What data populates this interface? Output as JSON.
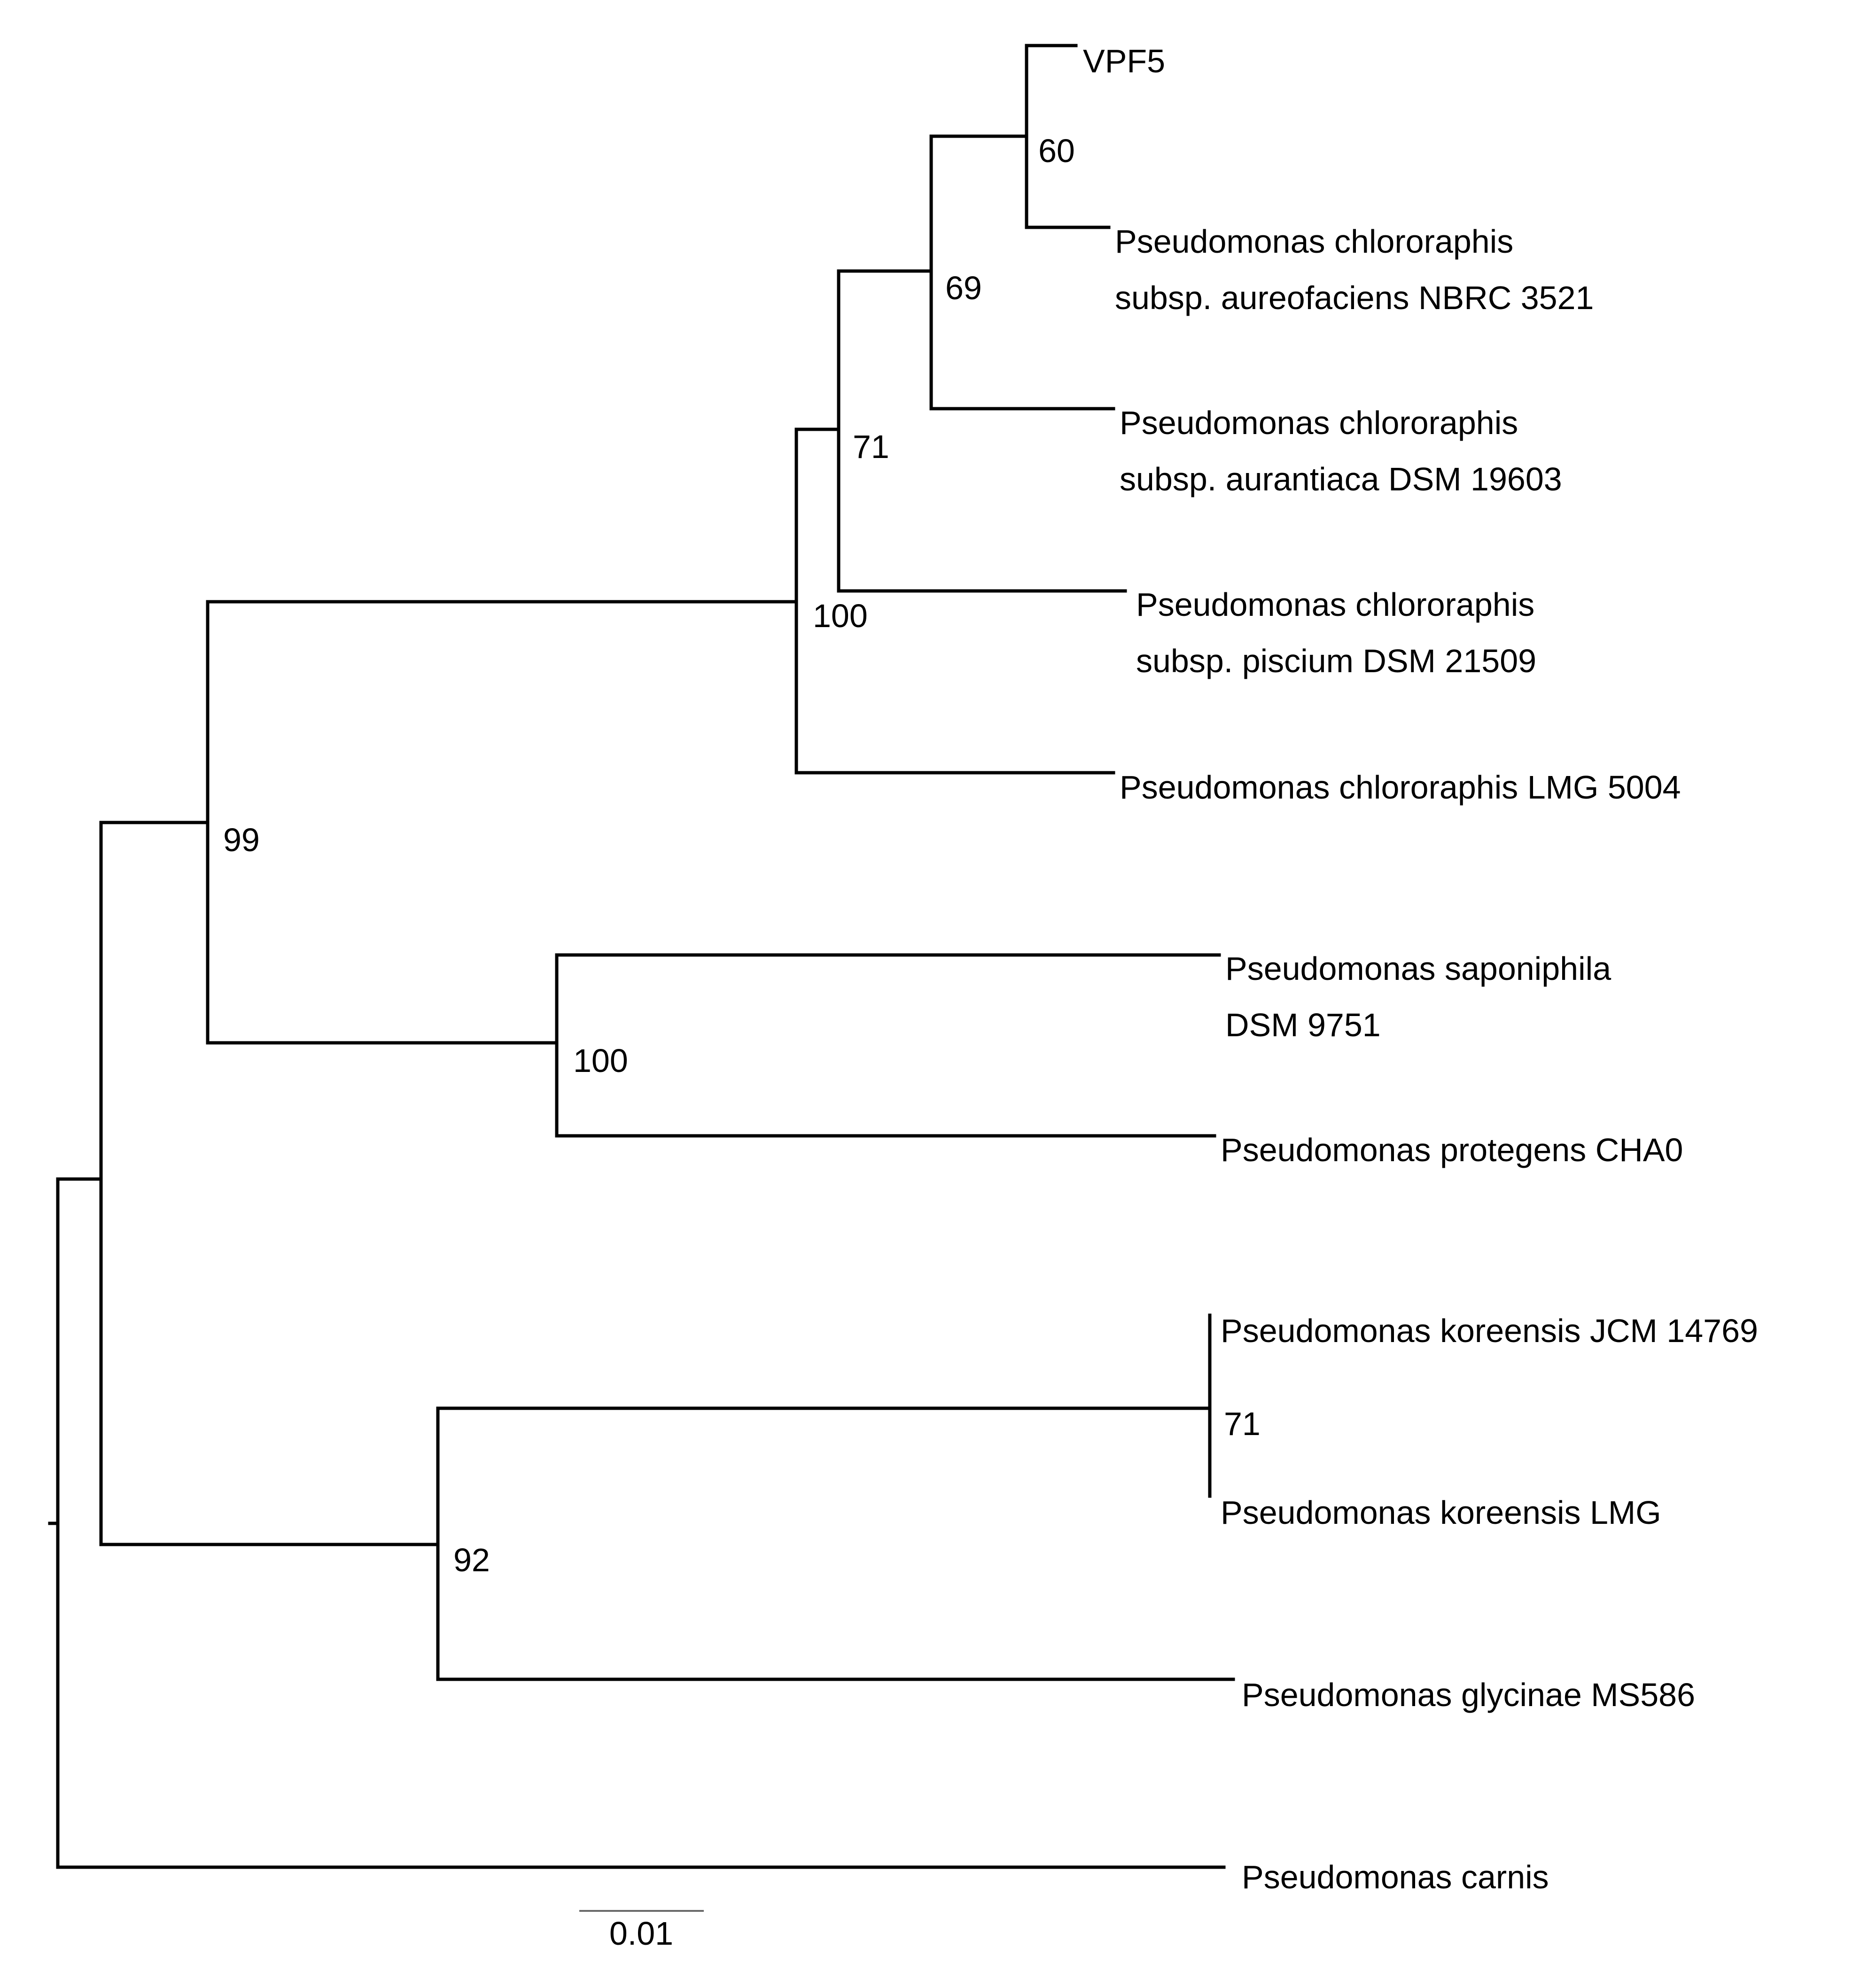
{
  "tree": {
    "leaves": [
      {
        "id": "vpf5",
        "lines": [
          "VPF5"
        ]
      },
      {
        "id": "aureofaciens",
        "lines": [
          "Pseudomonas chlororaphis",
          "subsp. aureofaciens NBRC 3521"
        ]
      },
      {
        "id": "aurantiaca",
        "lines": [
          "Pseudomonas chlororaphis",
          "subsp. aurantiaca DSM 19603"
        ]
      },
      {
        "id": "piscium",
        "lines": [
          "Pseudomonas chlororaphis",
          "subsp. piscium DSM 21509"
        ]
      },
      {
        "id": "chlororaphis-lmg",
        "lines": [
          "Pseudomonas chlororaphis LMG 5004"
        ]
      },
      {
        "id": "saponiphila",
        "lines": [
          "Pseudomonas saponiphila",
          "DSM 9751"
        ]
      },
      {
        "id": "protegens",
        "lines": [
          "Pseudomonas protegens CHA0"
        ]
      },
      {
        "id": "koreensis-jcm",
        "lines": [
          "Pseudomonas koreensis JCM 14769"
        ]
      },
      {
        "id": "koreensis-lmg",
        "lines": [
          "Pseudomonas koreensis LMG"
        ]
      },
      {
        "id": "glycinae",
        "lines": [
          "Pseudomonas glycinae MS586"
        ]
      },
      {
        "id": "carnis",
        "lines": [
          "Pseudomonas carnis"
        ]
      }
    ],
    "bootstrap_values": [
      {
        "node": "vpf5-aureofaciens",
        "value": "60"
      },
      {
        "node": "aureofaciens-aurantiaca",
        "value": "69"
      },
      {
        "node": "aurantiaca-piscium",
        "value": "71"
      },
      {
        "node": "chlororaphis-group",
        "value": "100"
      },
      {
        "node": "chlororaphis-protegens-group",
        "value": "99"
      },
      {
        "node": "saponiphila-protegens",
        "value": "100"
      },
      {
        "node": "koreensis-pair",
        "value": "71"
      },
      {
        "node": "koreensis-glycinae",
        "value": "92"
      }
    ],
    "scale_bar": {
      "label": "0.01"
    }
  }
}
